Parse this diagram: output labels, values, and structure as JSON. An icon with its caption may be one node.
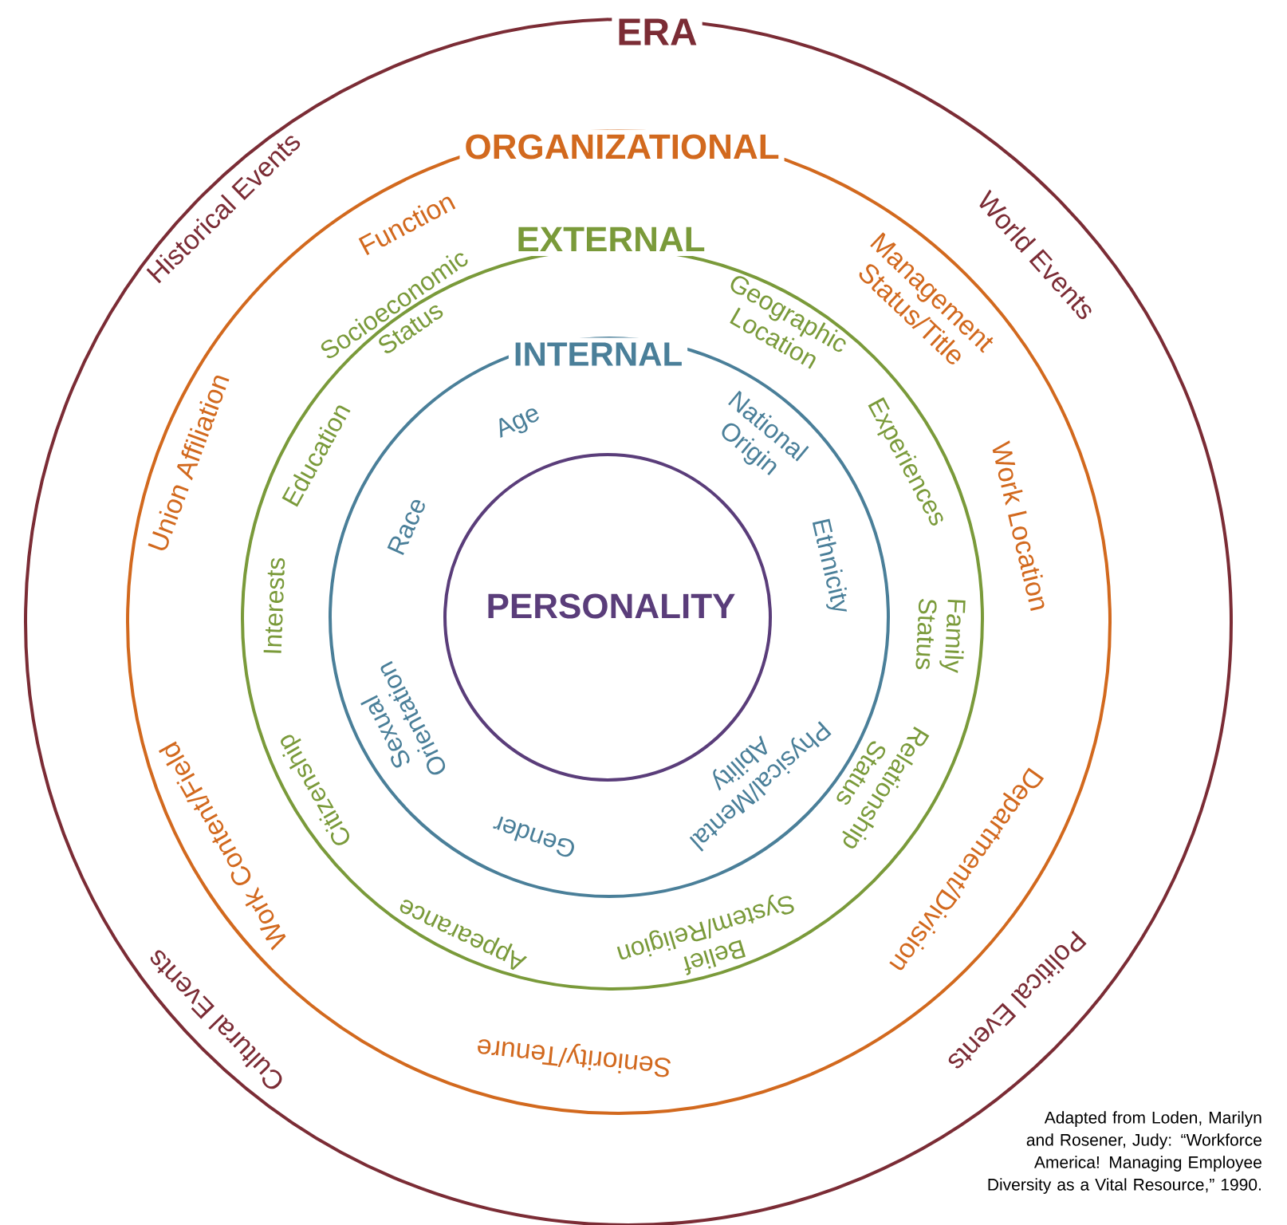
{
  "diagram": {
    "nodes": [
      {
        "text": [
          "ERA",
          "Historical Events",
          "World Events",
          "Political Events",
          "Cultural Events"
        ]
      },
      {
        "text": [
          "ORGANIZATIONAL",
          "Function",
          "Management Status/Title",
          "Work Location",
          "Department/Division",
          "Seniority/Tenure",
          "Work Content/Field",
          "Union Affiliation"
        ],
        "in": 0
      },
      {
        "text": [
          "EXTERNAL",
          "Socioeconomic Status",
          "Geographic Location",
          "Experiences",
          "Family Status",
          "Relationship Status",
          "Belief System/Religion",
          "Appearance",
          "Citizenship",
          "Interests",
          "Education"
        ],
        "in": 1
      },
      {
        "text": [
          "INTERNAL",
          "Age",
          "National Origin",
          "Ethnicity",
          "Physical/Mental Ability",
          "Gender",
          "Sexual Orientation",
          "Race"
        ],
        "in": 2
      },
      {
        "text": [
          "PERSONALITY"
        ],
        "in": 3
      }
    ],
    "labels": [
      "Adapted from Loden, Marilyn and Rosener, Judy: “Workforce America! Managing Employee Diversity as a Vital Resource,” 1990."
    ]
  }
}
